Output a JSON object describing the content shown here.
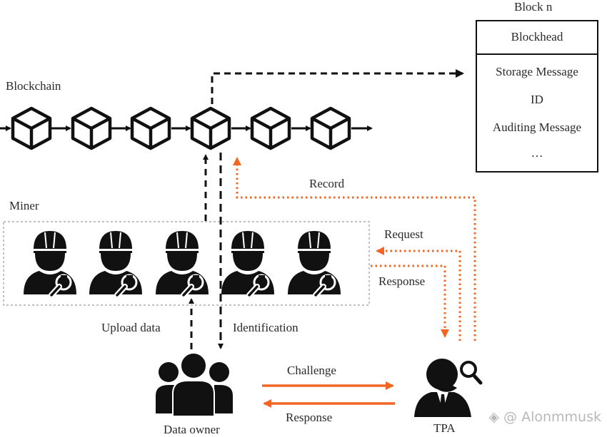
{
  "block": {
    "title": "Block n",
    "header": "Blockhead",
    "fields": [
      "Storage Message",
      "ID",
      "Auditing Message",
      "…"
    ]
  },
  "labels": {
    "blockchain": "Blockchain",
    "miner": "Miner",
    "record": "Record",
    "request": "Request",
    "response_top": "Response",
    "upload_data": "Upload data",
    "identification": "Identification",
    "challenge": "Challenge",
    "response_bottom": "Response",
    "data_owner": "Data owner",
    "tpa": "TPA"
  },
  "blockchain": {
    "block_count": 6,
    "highlighted_block": 4
  },
  "miners": {
    "count": 5
  },
  "colors": {
    "ink": "#111111",
    "accent": "#f26522",
    "miner_box": "#9a9a9a"
  },
  "watermark": "@ Alonmmusk"
}
